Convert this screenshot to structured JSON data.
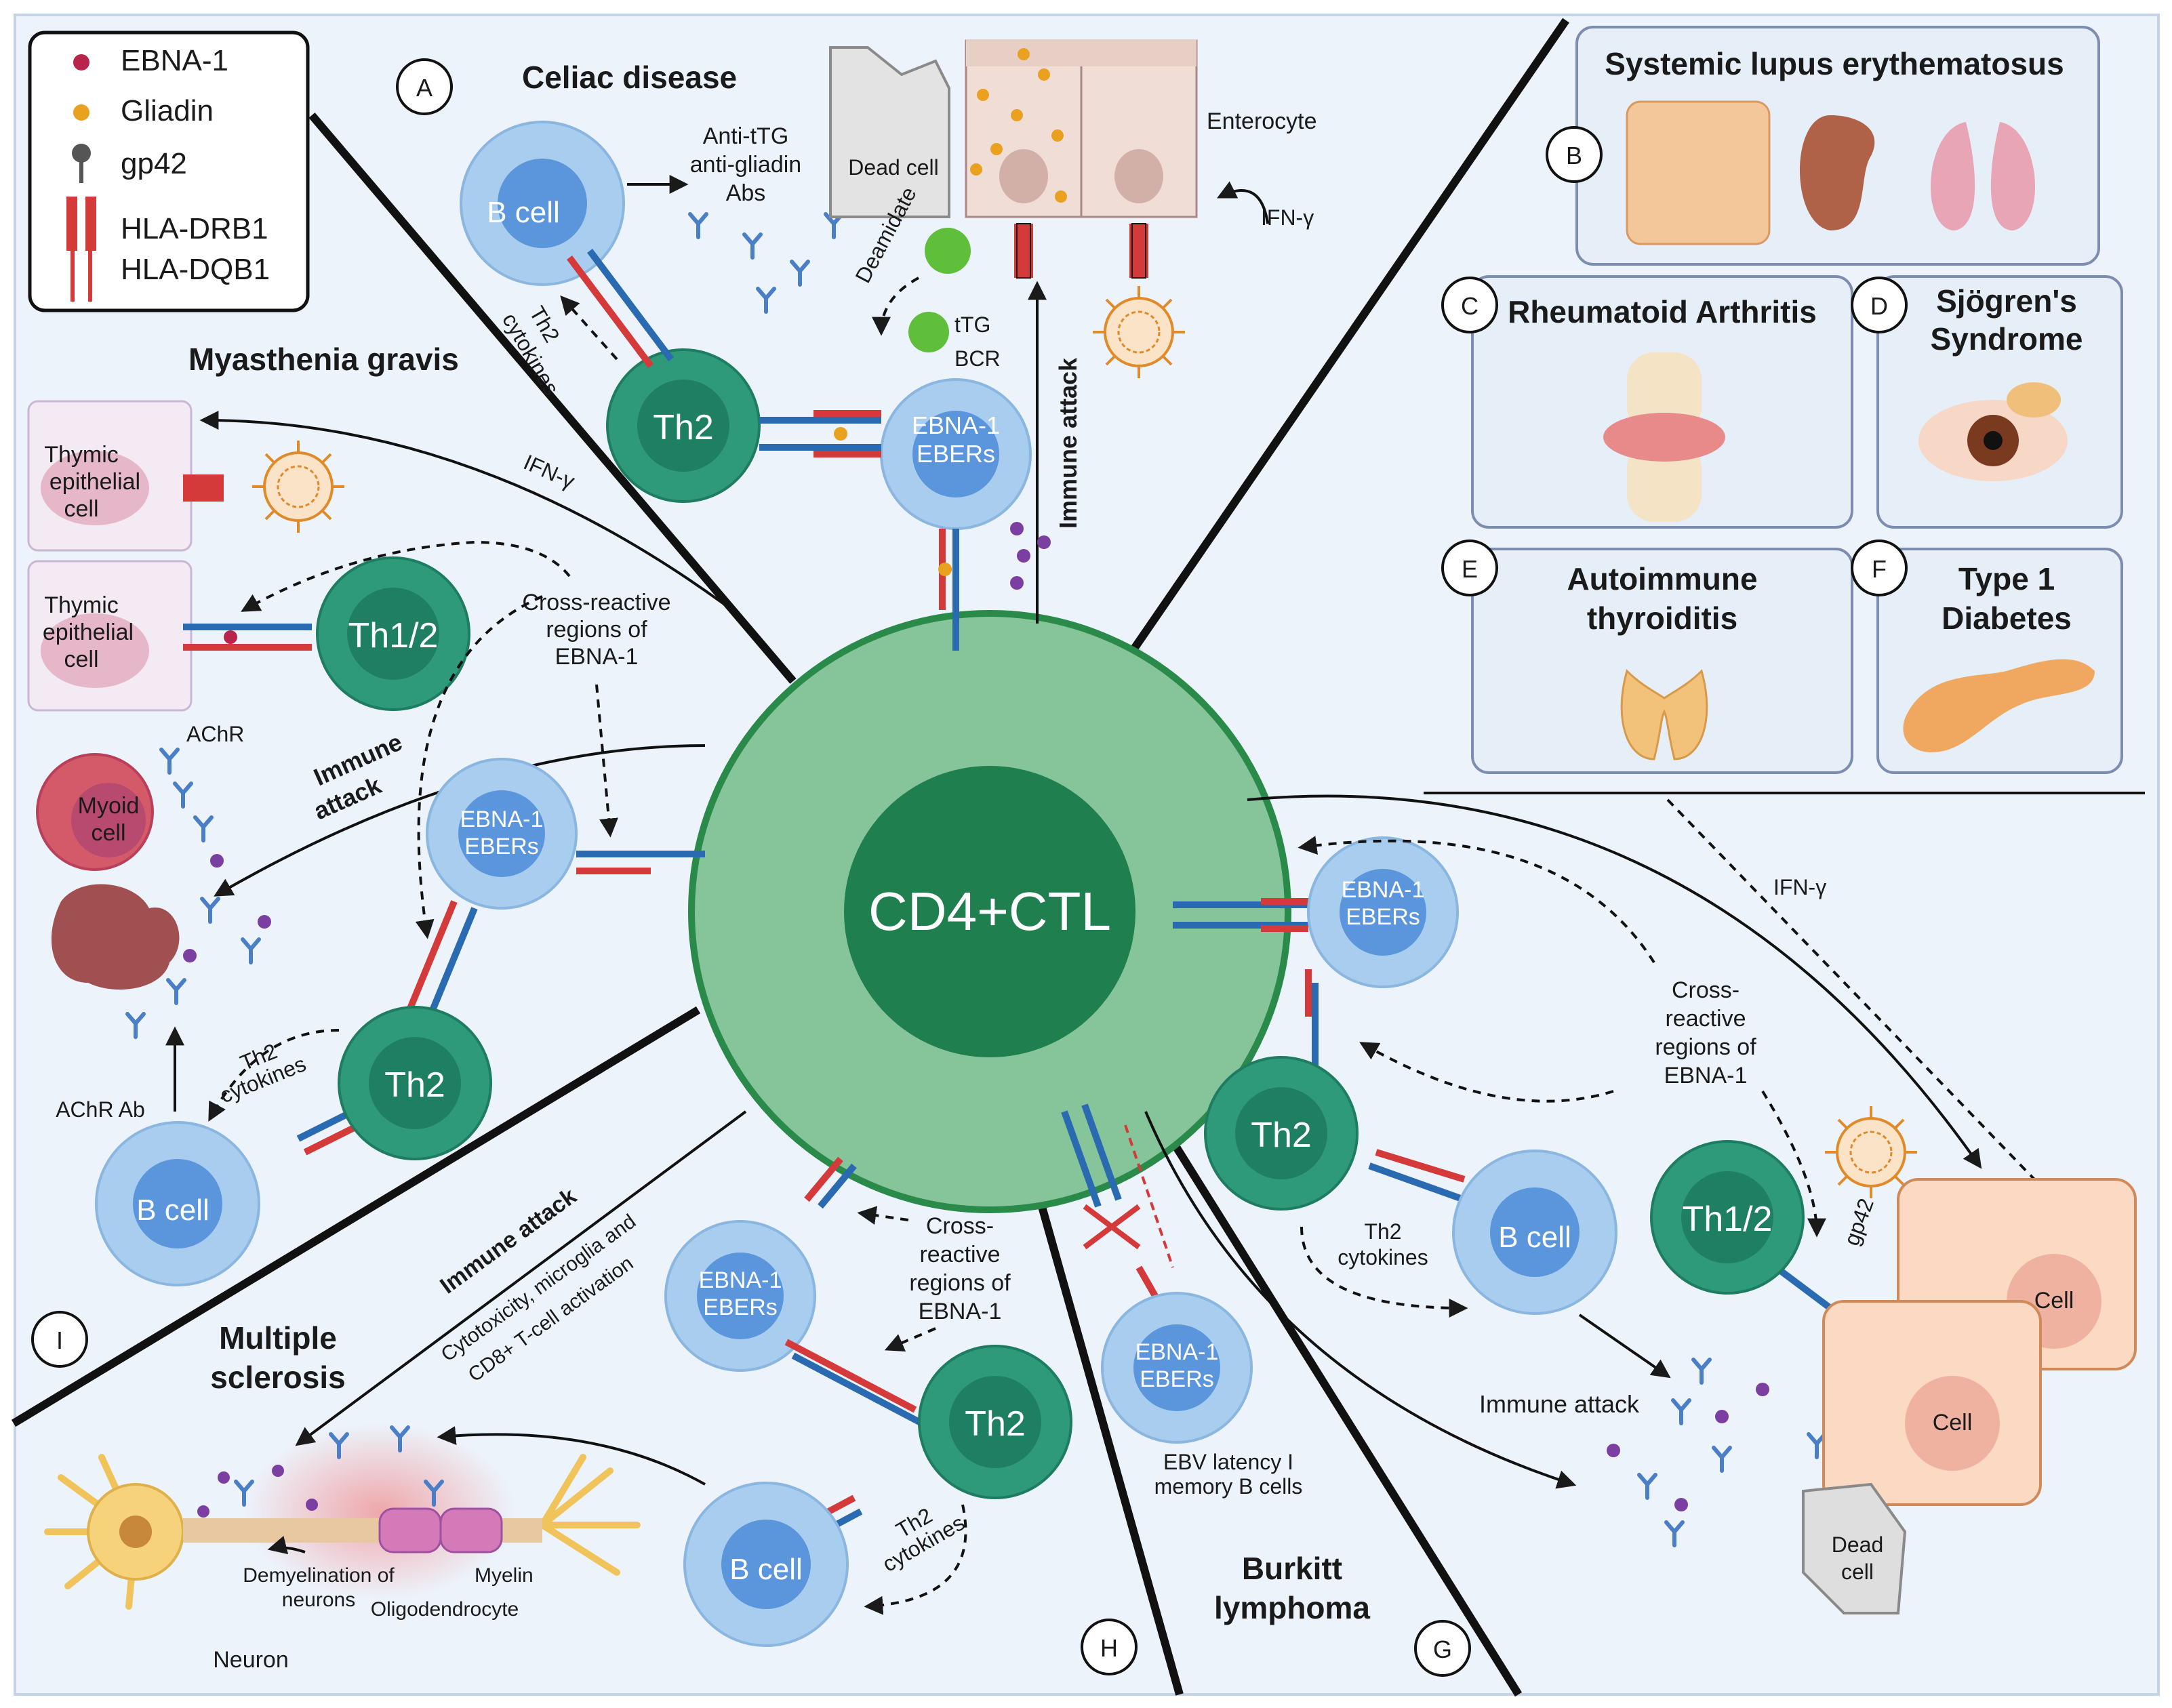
{
  "legend": {
    "items": [
      "EBNA-1",
      "Gliadin",
      "gp42",
      "HLA-DRB1",
      "HLA-DQB1"
    ],
    "colors": {
      "ebna1": "#b8244a",
      "gliadin": "#e9a11f",
      "gp42": "#555555",
      "hla": "#d43a3a"
    }
  },
  "center": {
    "label": "CD4+CTL"
  },
  "panel_letters": [
    "A",
    "B",
    "C",
    "D",
    "E",
    "F",
    "G",
    "H",
    "I"
  ],
  "celiac": {
    "title": "Celiac disease",
    "b_cell": "B cell",
    "antibodies": [
      "Anti-tTG",
      "anti-gliadin",
      "Abs"
    ],
    "dead_cell": "Dead cell",
    "enterocyte": "Enterocyte",
    "ifn": "IFN-γ",
    "th2_cytokines": [
      "Th2",
      "cytokines"
    ],
    "th2": "Th2",
    "ebna_cell": [
      "EBNA-1",
      "EBERs"
    ],
    "deamidate": "Deamidate",
    "ttg": "tTG",
    "bcr": "BCR",
    "immune_attack": "Immune attack"
  },
  "sle": {
    "title": "Systemic lupus erythematosus"
  },
  "ra": {
    "title": "Rheumatoid Arthritis"
  },
  "sjogren": {
    "title": [
      "Sjögren's",
      "Syndrome"
    ]
  },
  "thyroiditis": {
    "title": [
      "Autoimmune",
      "thyroiditis"
    ]
  },
  "t1d": {
    "title": [
      "Type 1",
      "Diabetes"
    ]
  },
  "mg": {
    "title": "Myasthenia gravis",
    "thymic1": [
      "Thymic",
      "epithelial",
      "cell"
    ],
    "thymic2": [
      "Thymic",
      "epithelial",
      "cell"
    ],
    "ifn": "IFN-γ",
    "th12": "Th1/2",
    "cross_reactive": [
      "Cross-reactive",
      "regions of",
      "EBNA-1"
    ],
    "achr": "AChR",
    "myoid": [
      "Myoid",
      "cell"
    ],
    "immune_attack": [
      "Immune",
      "attack"
    ],
    "ebna_cell": [
      "EBNA-1",
      "EBERs"
    ],
    "th2_cytokines": [
      "Th2",
      "cytokines"
    ],
    "th2": "Th2",
    "achr_ab": "AChR Ab",
    "b_cell": "B cell"
  },
  "ms": {
    "title": [
      "Multiple",
      "sclerosis"
    ],
    "immune_attack": "Immune attack",
    "sub": [
      "Cytotoxicity, microglia and",
      "CD8+ T-cell activation"
    ],
    "demyelination": [
      "Demyelination of",
      "neurons"
    ],
    "myelin": "Myelin",
    "oligodendrocyte": "Oligodendrocyte",
    "neuron": "Neuron",
    "ebna_cell": [
      "EBNA-1",
      "EBERs"
    ],
    "cross_reactive": [
      "Cross-",
      "reactive",
      "regions of",
      "EBNA-1"
    ],
    "th2": "Th2",
    "b_cell": "B cell",
    "th2_cytokines": [
      "Th2",
      "cytokines"
    ]
  },
  "burkitt": {
    "title": [
      "Burkitt",
      "lymphoma"
    ],
    "ebna_cell": [
      "EBNA-1",
      "EBERs"
    ],
    "caption": [
      "EBV latency I",
      "memory B cells"
    ]
  },
  "right": {
    "ebna_cell": [
      "EBNA-1",
      "EBERs"
    ],
    "ifn": "IFN-γ",
    "cross_reactive": [
      "Cross-",
      "reactive",
      "regions of",
      "EBNA-1"
    ],
    "th2": "Th2",
    "th12": "Th1/2",
    "th2_cytokines": [
      "Th2",
      "cytokines"
    ],
    "b_cell": "B cell",
    "gp42": "gp42",
    "cell1": "Cell",
    "cell2": "Cell",
    "immune_attack": "Immune attack",
    "dead_cell": [
      "Dead",
      "cell"
    ]
  }
}
